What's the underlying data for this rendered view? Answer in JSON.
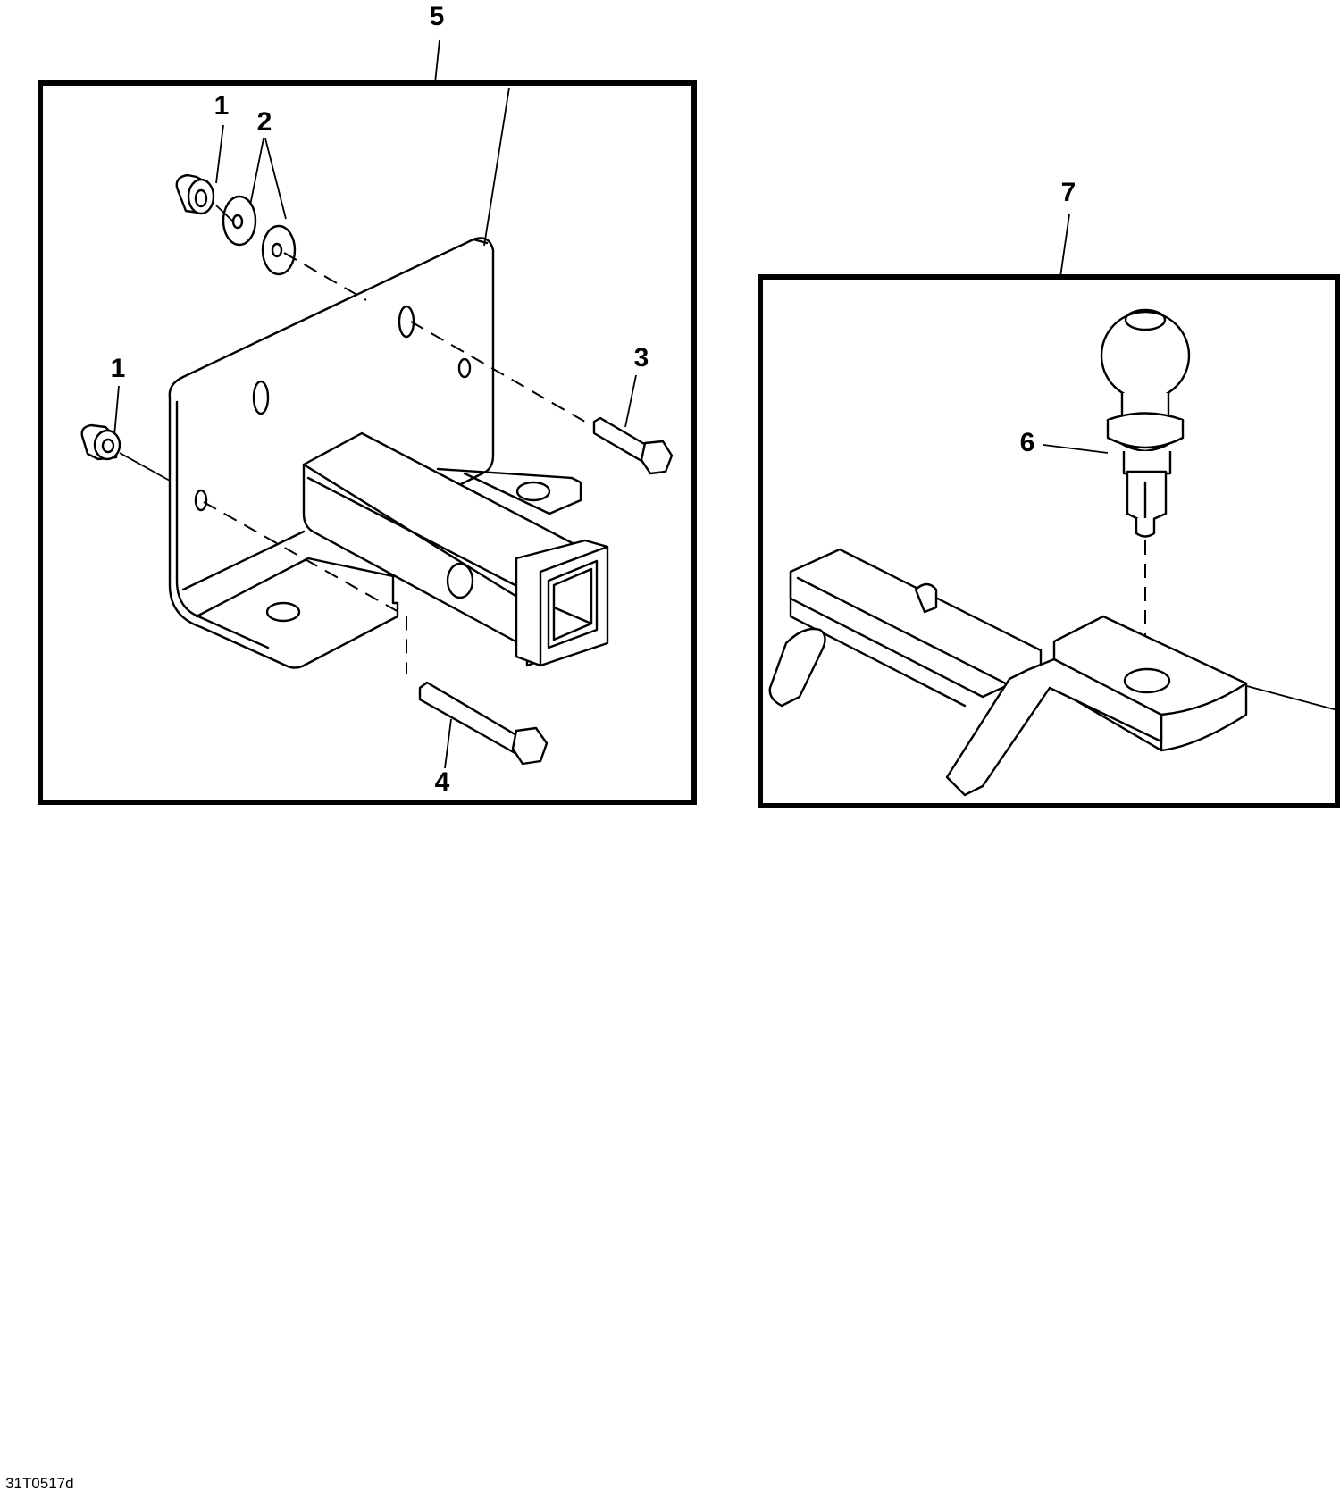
{
  "figure": {
    "id_label": "31T0517d",
    "type": "exploded parts diagram",
    "colors": {
      "line": "#000000",
      "background": "#ffffff"
    }
  },
  "panels": [
    {
      "name": "receiver-hitch-assembly",
      "callouts": [
        {
          "id": "1",
          "label": "1",
          "part": "flange nut (upper)"
        },
        {
          "id": "2",
          "label": "2",
          "part": "washers"
        },
        {
          "id": "1b",
          "label": "1",
          "part": "flange nut (left)"
        },
        {
          "id": "3",
          "label": "3",
          "part": "cap screw (upper)"
        },
        {
          "id": "4",
          "label": "4",
          "part": "cap screw (lower)"
        },
        {
          "id": "5",
          "label": "5",
          "part": "receiver hitch bracket"
        }
      ]
    },
    {
      "name": "ball-mount-assembly",
      "callouts": [
        {
          "id": "6",
          "label": "6",
          "part": "hitch ball"
        },
        {
          "id": "7",
          "label": "7",
          "part": "ball mount"
        }
      ]
    }
  ]
}
